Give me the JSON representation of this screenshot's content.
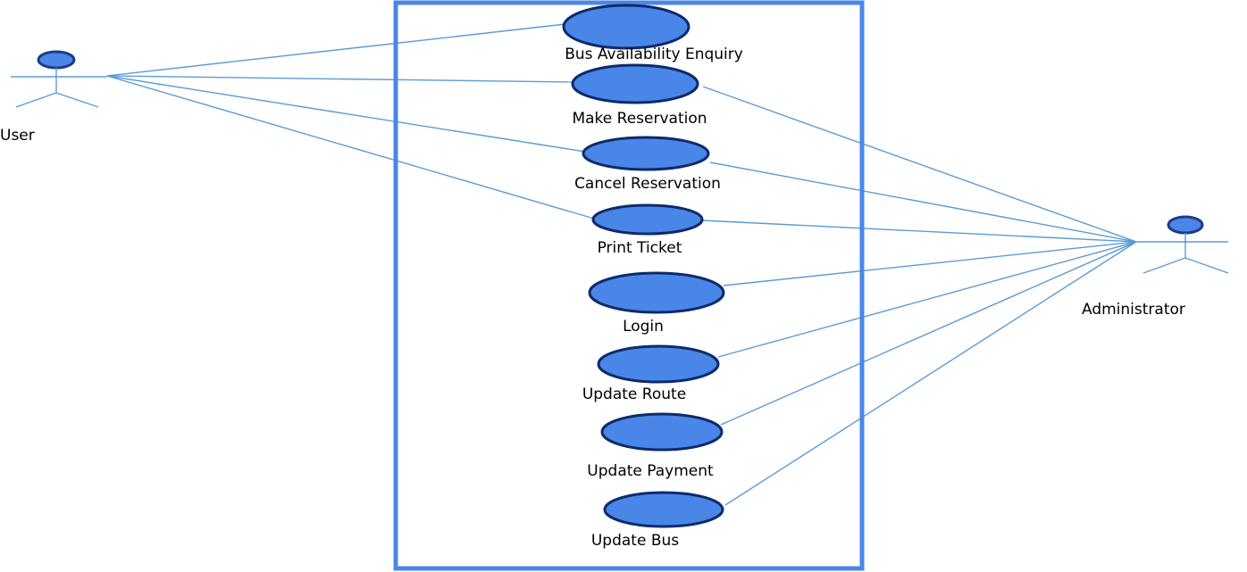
{
  "diagram": {
    "type": "use-case",
    "actors": {
      "user": {
        "name": "User"
      },
      "admin": {
        "name": "Administrator"
      }
    },
    "use_cases": [
      {
        "id": "uc1",
        "label": "Bus Availability Enquiry"
      },
      {
        "id": "uc2",
        "label": "Make Reservation"
      },
      {
        "id": "uc3",
        "label": "Cancel Reservation"
      },
      {
        "id": "uc4",
        "label": "Print Ticket"
      },
      {
        "id": "uc5",
        "label": "Login"
      },
      {
        "id": "uc6",
        "label": "Update Route"
      },
      {
        "id": "uc7",
        "label": "Update Payment"
      },
      {
        "id": "uc8",
        "label": "Update Bus"
      }
    ],
    "associations": {
      "user": [
        "uc1",
        "uc2",
        "uc3",
        "uc4"
      ],
      "admin": [
        "uc2",
        "uc3",
        "uc4",
        "uc5",
        "uc6",
        "uc7",
        "uc8"
      ]
    },
    "colors": {
      "line": "#5b9bd5",
      "fill": "#4a86e8",
      "outline": "#0d2b6b",
      "boundary": "#4a86e8"
    }
  }
}
